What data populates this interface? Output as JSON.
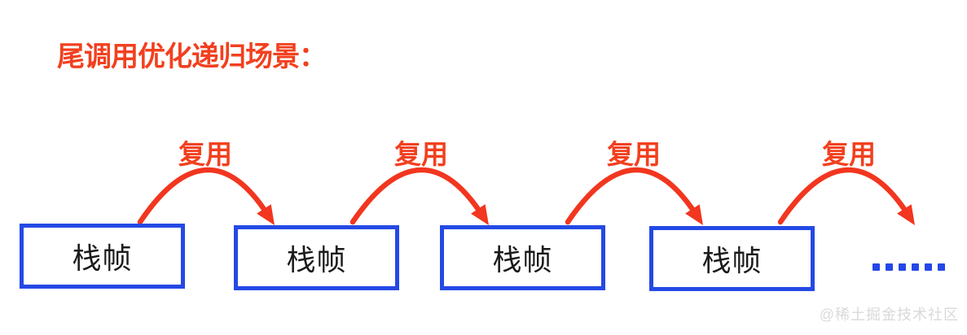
{
  "title": "尾调用优化递归场景：",
  "diagram": {
    "reuse_label": "复用",
    "frames": [
      "栈帧",
      "栈帧",
      "栈帧",
      "栈帧"
    ],
    "ellipsis": "......"
  },
  "watermark": "@稀土掘金技术社区",
  "colors": {
    "red": "#f2401f",
    "blue": "#2449e5",
    "frame_text": "#1b1b1b",
    "watermark_gray": "#d9d9d9"
  }
}
